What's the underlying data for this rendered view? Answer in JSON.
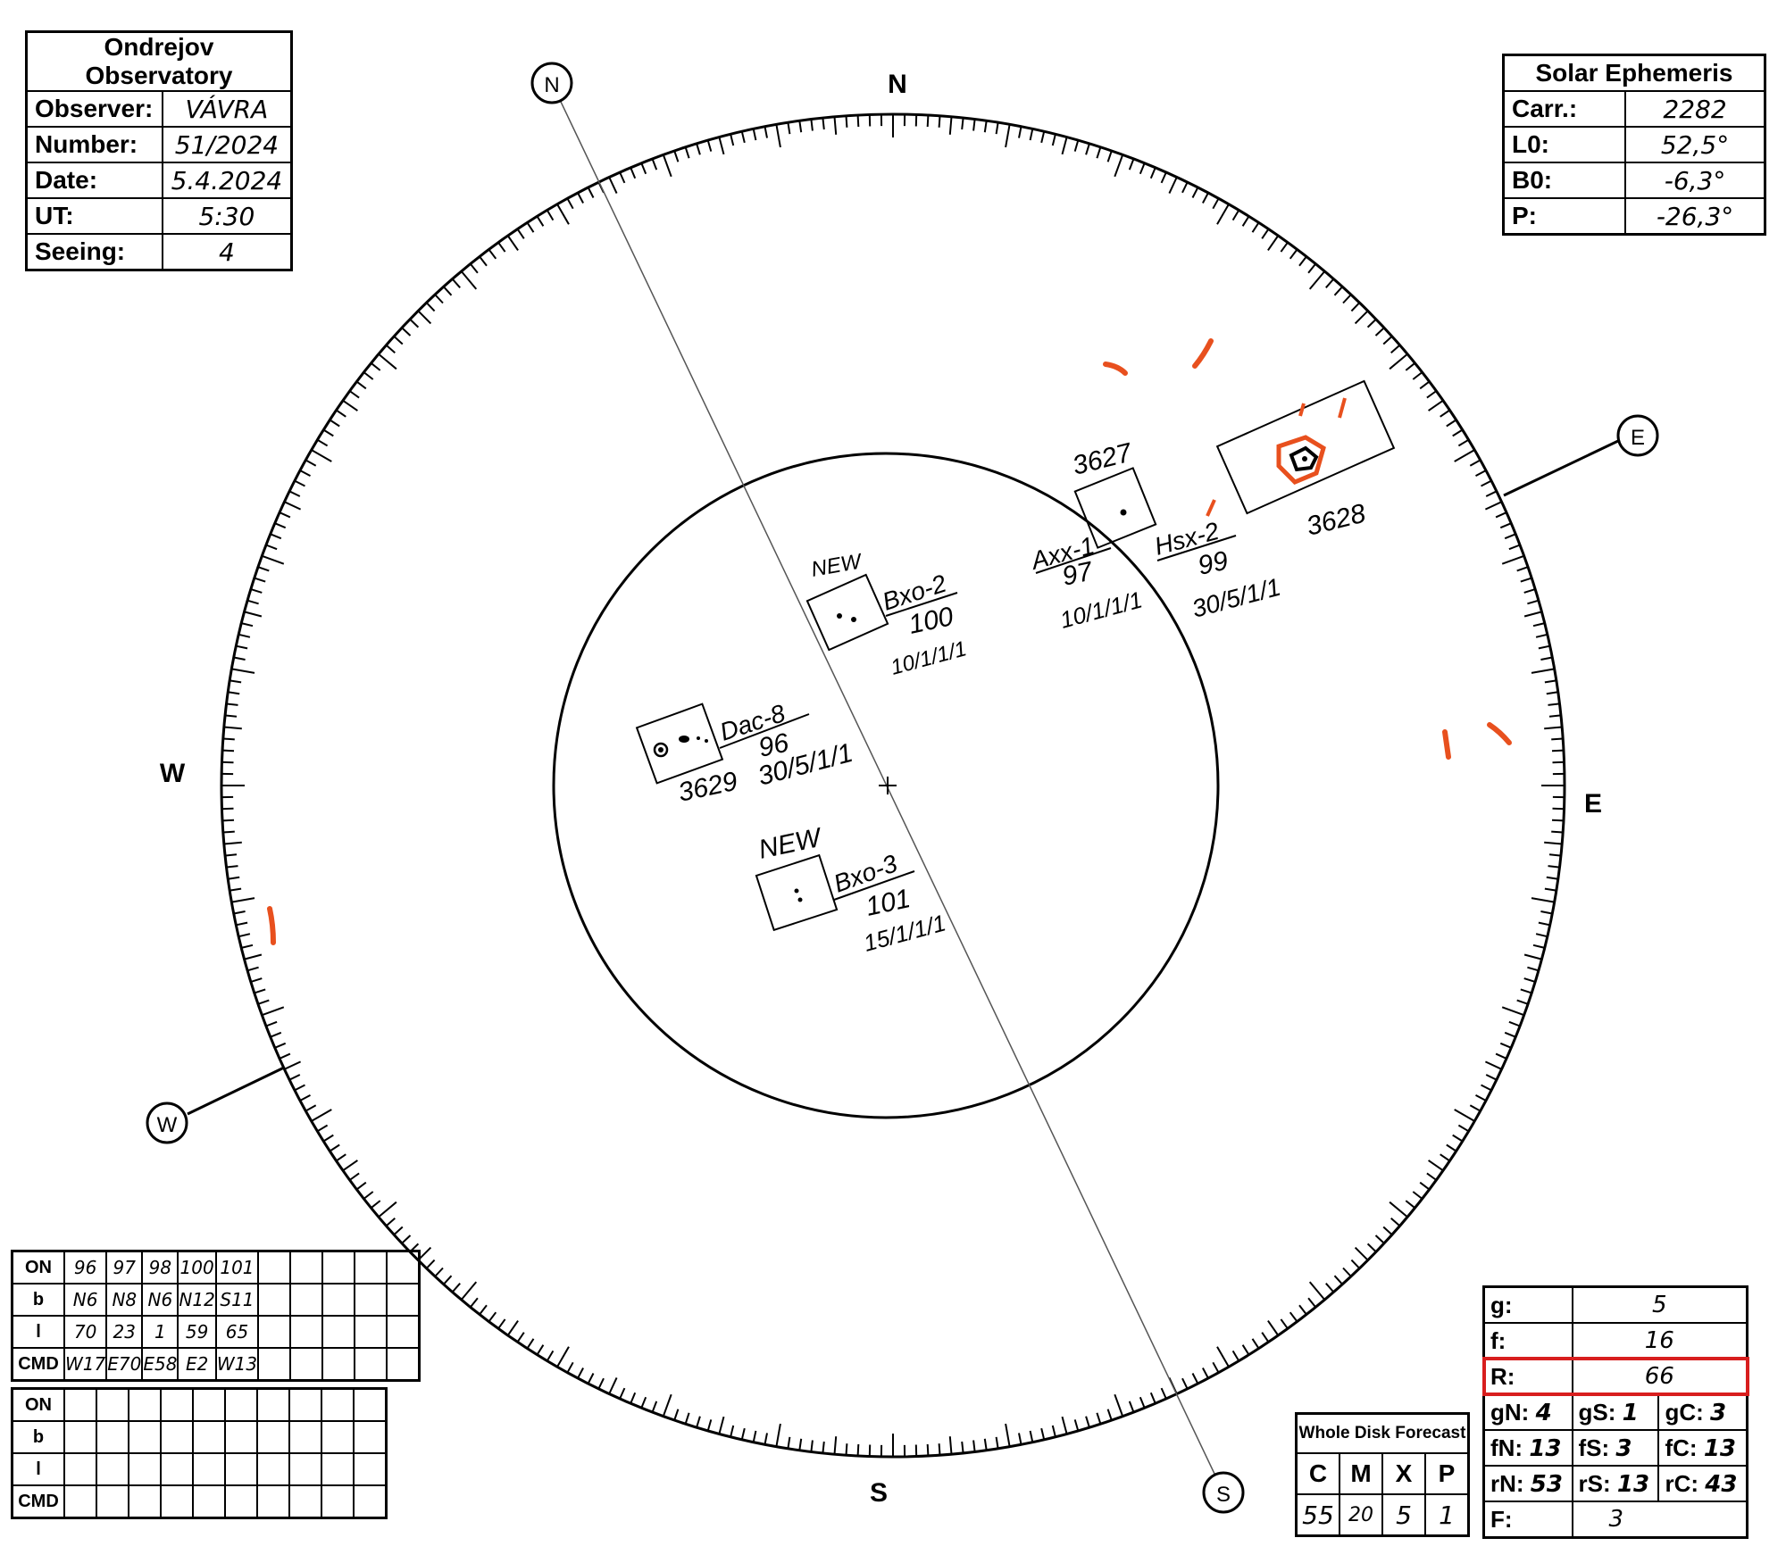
{
  "observatory": {
    "title": "Ondrejov Observatory",
    "rows": [
      {
        "label": "Observer:",
        "value": "VÁVRA"
      },
      {
        "label": "Number:",
        "value": "51/2024"
      },
      {
        "label": "Date:",
        "value": "5.4.2024"
      },
      {
        "label": "UT:",
        "value": "5:30"
      },
      {
        "label": "Seeing:",
        "value": "4"
      }
    ]
  },
  "ephemeris": {
    "title": "Solar Ephemeris",
    "rows": [
      {
        "label": "Carr.:",
        "value": "2282"
      },
      {
        "label": "L0:",
        "value": "52,5°"
      },
      {
        "label": "B0:",
        "value": "-6,3°"
      },
      {
        "label": "P:",
        "value": "-26,3°"
      }
    ]
  },
  "compass": {
    "north": "N",
    "south": "S",
    "east": "E",
    "west": "W",
    "circled_north": "N",
    "circled_south": "S",
    "circled_east": "E",
    "circled_west": "W"
  },
  "groups": [
    {
      "id": "g100",
      "new_label": "NEW",
      "class": "Bxo-2",
      "number": "100",
      "code": "10/1/1/1"
    },
    {
      "id": "g96",
      "class": "Dac-8",
      "number": "96",
      "code": "30/5/1/1",
      "noaa": "3629"
    },
    {
      "id": "g101",
      "new_label": "NEW",
      "class": "Bxo-3",
      "number": "101",
      "code": "15/1/1/1"
    },
    {
      "id": "g97",
      "class": "Axx-1",
      "number": "97",
      "code": "10/1/1/1",
      "noaa": "3627"
    },
    {
      "id": "g99",
      "class": "Hsx-2",
      "number": "99",
      "code": "30/5/1/1",
      "noaa": "3628"
    }
  ],
  "on_table_1": {
    "headers": [
      "ON",
      "b",
      "l",
      "CMD"
    ],
    "rows": [
      [
        "96",
        "97",
        "98",
        "100",
        "101",
        "",
        "",
        "",
        "",
        ""
      ],
      [
        "N6",
        "N8",
        "N6",
        "N12",
        "S11",
        "",
        "",
        "",
        "",
        ""
      ],
      [
        "70",
        "23",
        "1",
        "59",
        "65",
        "",
        "",
        "",
        "",
        ""
      ],
      [
        "W17",
        "E70",
        "E58",
        "E2",
        "W13",
        "",
        "",
        "",
        "",
        ""
      ]
    ]
  },
  "on_table_2": {
    "headers": [
      "ON",
      "b",
      "l",
      "CMD"
    ]
  },
  "forecast": {
    "title": "Whole Disk Forecast",
    "headers": [
      "C",
      "M",
      "X",
      "P"
    ],
    "values": [
      "55",
      "20",
      "5",
      "1"
    ]
  },
  "summary": {
    "g": {
      "label": "g:",
      "value": "5"
    },
    "f": {
      "label": "f:",
      "value": "16"
    },
    "R": {
      "label": "R:",
      "value": "66"
    },
    "gN": {
      "label": "gN:",
      "value": "4"
    },
    "gS": {
      "label": "gS:",
      "value": "1"
    },
    "gC": {
      "label": "gC:",
      "value": "3"
    },
    "fN": {
      "label": "fN:",
      "value": "13"
    },
    "fS": {
      "label": "fS:",
      "value": "3"
    },
    "fC": {
      "label": "fC:",
      "value": "13"
    },
    "rN": {
      "label": "rN:",
      "value": "53"
    },
    "rS": {
      "label": "rS:",
      "value": "13"
    },
    "rC": {
      "label": "rC:",
      "value": "43"
    },
    "F": {
      "label": "F:",
      "value": "3"
    }
  },
  "colors": {
    "ink": "#1a1a1a",
    "facula": "#e8501e",
    "highlight": "#d81e1e"
  }
}
